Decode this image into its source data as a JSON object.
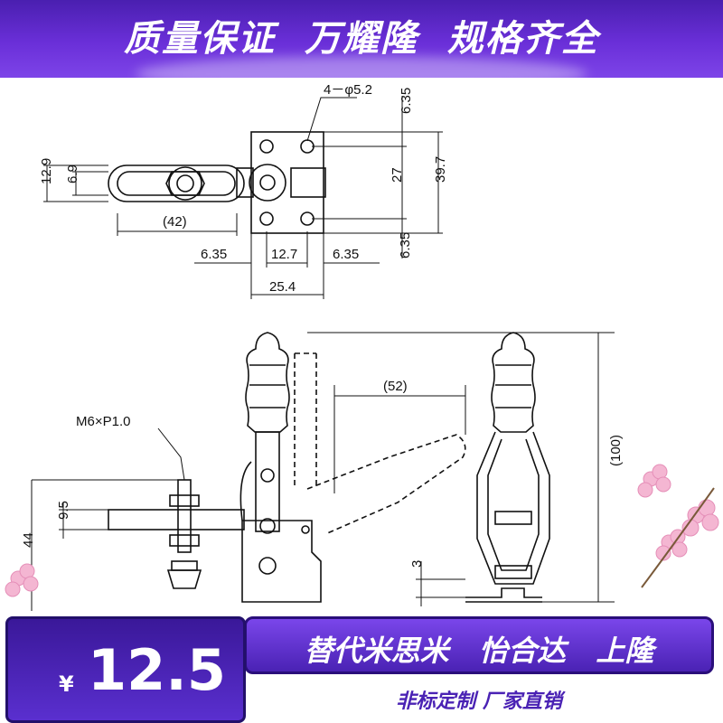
{
  "banner": {
    "title": "质量保证  万耀隆  规格齐全"
  },
  "drawing": {
    "hole_note": "4－φ5.2",
    "dims": {
      "d_12_9": "12.9",
      "d_6_9": "6.9",
      "d_42": "(42)",
      "d_6_35_a": "6.35",
      "d_12_7": "12.7",
      "d_6_35_b": "6.35",
      "d_25_4": "25.4",
      "d_6_35_top": "6.35",
      "d_27": "27",
      "d_39_7": "39.7",
      "d_6_35_bottom": "6.35",
      "d_52": "(52)",
      "d_100": "(100)",
      "thread": "M6×P1.0",
      "d_9_5": "9.5",
      "d_44": "44",
      "d_3": "3"
    }
  },
  "bottom": {
    "slogan": "替代米思米   怡合达   上隆",
    "currency": "¥",
    "price": "12.5",
    "sub_slogan": "非标定制 厂家直销"
  },
  "colors": {
    "banner_purple": "#5a2bd0",
    "dark_purple": "#2a0f7a",
    "flower_pink": "#f4b6d2"
  }
}
